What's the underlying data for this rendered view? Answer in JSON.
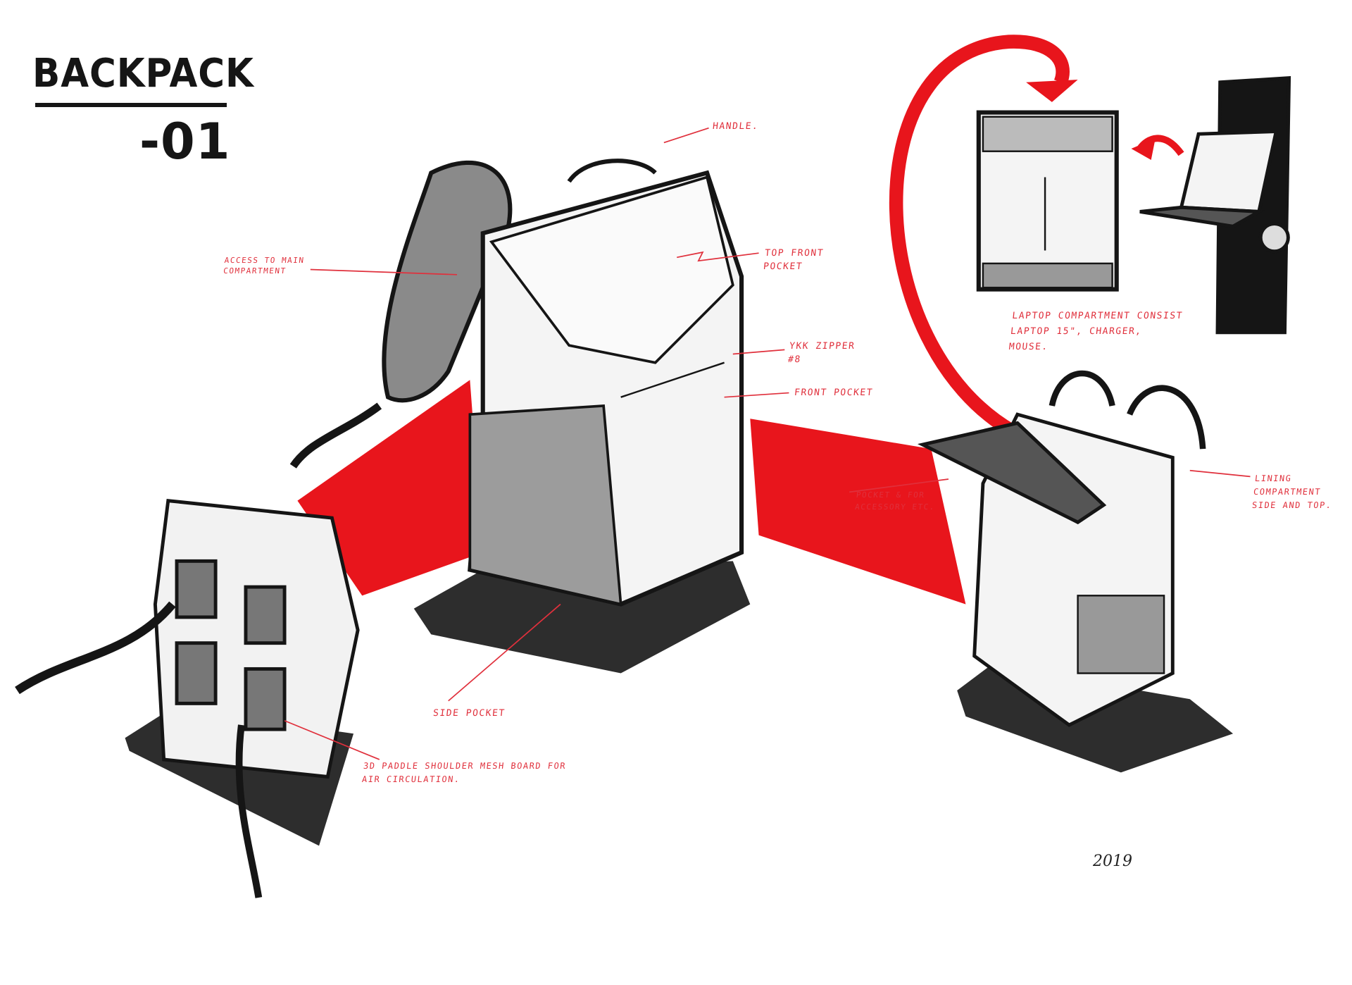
{
  "title": {
    "main": "BACKPACK",
    "number": "-01"
  },
  "annotations": {
    "handle": "Handle.",
    "access": "Access to main compartment",
    "top_front_pocket": "Top front pocket",
    "zipper": "YKK zipper #8",
    "front_pocket": "Front pocket",
    "accessory_pocket": "Pocket & for accessory etc.",
    "side_pocket": "Side pocket",
    "mesh": "3D paddle shoulder mesh board for air circulation.",
    "laptop": "Laptop compartment consist laptop 15\", charger, mouse.",
    "lining": "Lining compartment side and top."
  },
  "signature": "2019",
  "colors": {
    "accent": "#e8151c",
    "ink": "#151515",
    "annotation": "#e0303c"
  }
}
